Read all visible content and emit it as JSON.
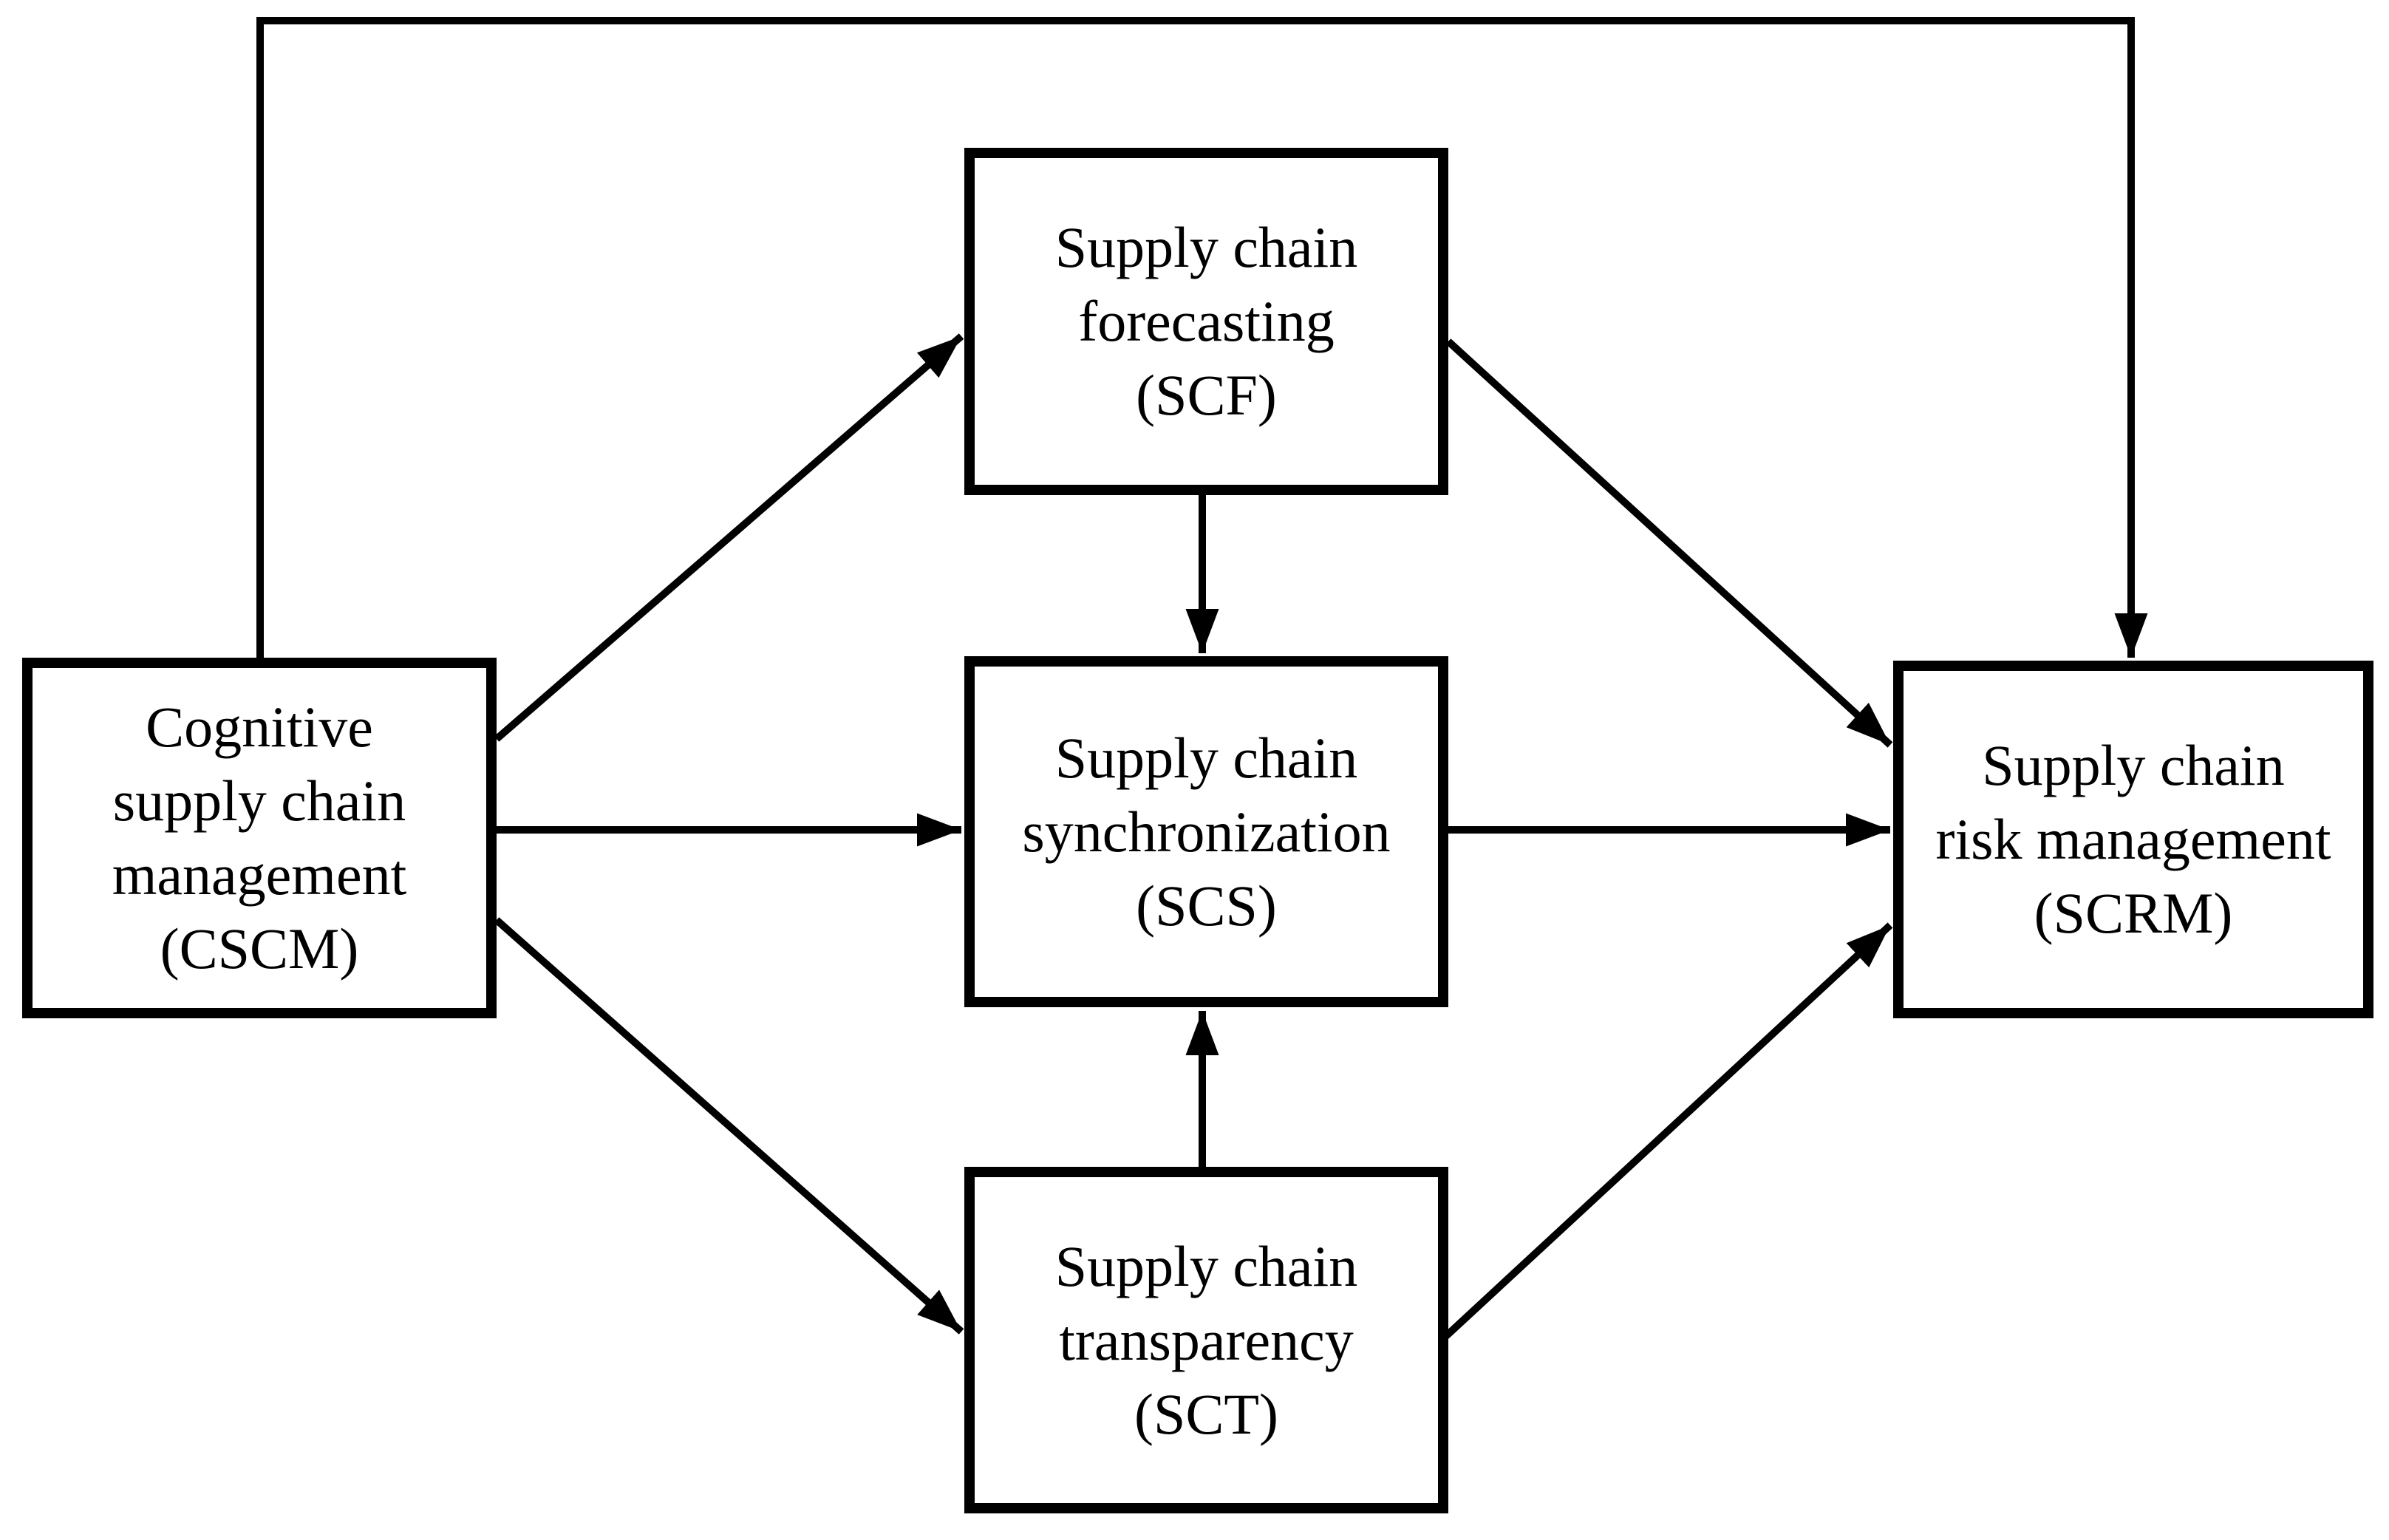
{
  "figure": {
    "background": "#ffffff",
    "ink": "#000000",
    "nodes": {
      "cscm": {
        "id": "CSCM",
        "label": "Cognitive supply chain management (CSCM)",
        "lines": [
          "Cognitive",
          "supply chain",
          "management",
          "(CSCM)"
        ]
      },
      "scf": {
        "id": "SCF",
        "label": "Supply chain forecasting (SCF)",
        "lines": [
          "Supply chain",
          "forecasting",
          "(SCF)"
        ]
      },
      "scs": {
        "id": "SCS",
        "label": "Supply chain synchronization (SCS)",
        "lines": [
          "Supply chain",
          "synchronization",
          "(SCS)"
        ]
      },
      "sct": {
        "id": "SCT",
        "label": "Supply chain transparency (SCT)",
        "lines": [
          "Supply chain",
          "transparency",
          "(SCT)"
        ]
      },
      "scrm": {
        "id": "SCRM",
        "label": "Supply chain risk management (SCRM)",
        "lines": [
          "Supply chain",
          "risk management",
          "(SCRM)"
        ]
      }
    },
    "edges": [
      {
        "from": "CSCM",
        "to": "SCF"
      },
      {
        "from": "CSCM",
        "to": "SCS"
      },
      {
        "from": "CSCM",
        "to": "SCT"
      },
      {
        "from": "CSCM",
        "to": "SCRM"
      },
      {
        "from": "SCF",
        "to": "SCS"
      },
      {
        "from": "SCF",
        "to": "SCRM"
      },
      {
        "from": "SCS",
        "to": "SCRM"
      },
      {
        "from": "SCT",
        "to": "SCS"
      },
      {
        "from": "SCT",
        "to": "SCRM"
      }
    ]
  }
}
